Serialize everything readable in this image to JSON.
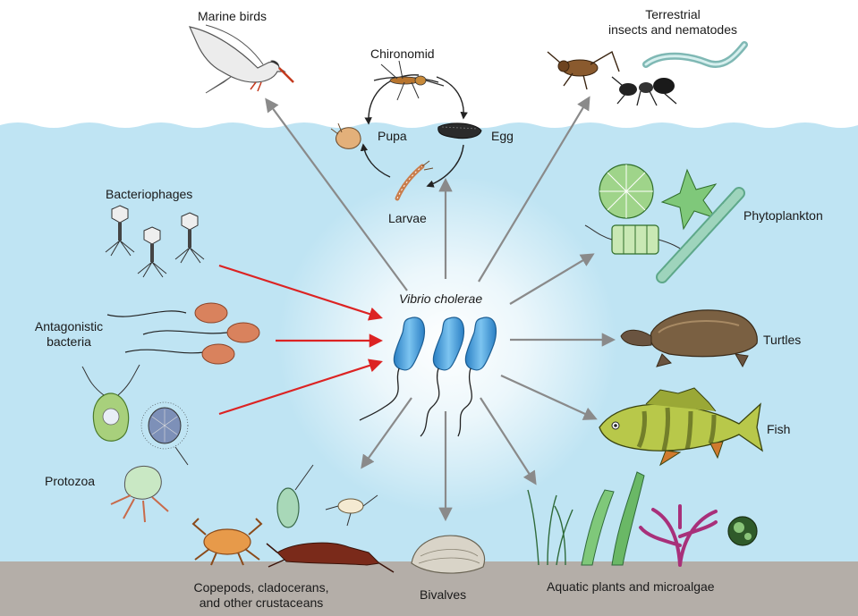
{
  "center_organism": "Vibrio cholerae",
  "labels": {
    "marine_birds": "Marine birds",
    "chironomid": "Chironomid",
    "pupa": "Pupa",
    "egg": "Egg",
    "larvae": "Larvae",
    "terrestrial_line1": "Terrestrial",
    "terrestrial_line2": "insects and nematodes",
    "bacteriophages": "Bacteriophages",
    "phytoplankton": "Phytoplankton",
    "antagonistic_line1": "Antagonistic",
    "antagonistic_line2": "bacteria",
    "turtles": "Turtles",
    "fish": "Fish",
    "protozoa": "Protozoa",
    "crustaceans_line1": "Copepods, cladocerans,",
    "crustaceans_line2": "and other crustaceans",
    "bivalves": "Bivalves",
    "aquatic_plants": "Aquatic plants and microalgae"
  },
  "colors": {
    "water": "#bfe4f3",
    "water_light": "#ffffff",
    "sediment": "#b4aea8",
    "bacteria": "#2f8fd3",
    "antagonist_arrow": "#dc2323",
    "association_arrow": "#8a8a8a"
  },
  "icons": [
    "bird-icon",
    "mosquito-icon",
    "pupa-icon",
    "egg-icon",
    "larva-icon",
    "cricket-icon",
    "ant-icon",
    "nematode-icon",
    "phage-icon",
    "bacterium-icon",
    "diatom-icon",
    "turtle-icon",
    "fish-icon",
    "protozoan-icon",
    "crab-icon",
    "crayfish-icon",
    "copepod-icon",
    "clam-icon",
    "seagrass-icon",
    "red-algae-icon"
  ]
}
